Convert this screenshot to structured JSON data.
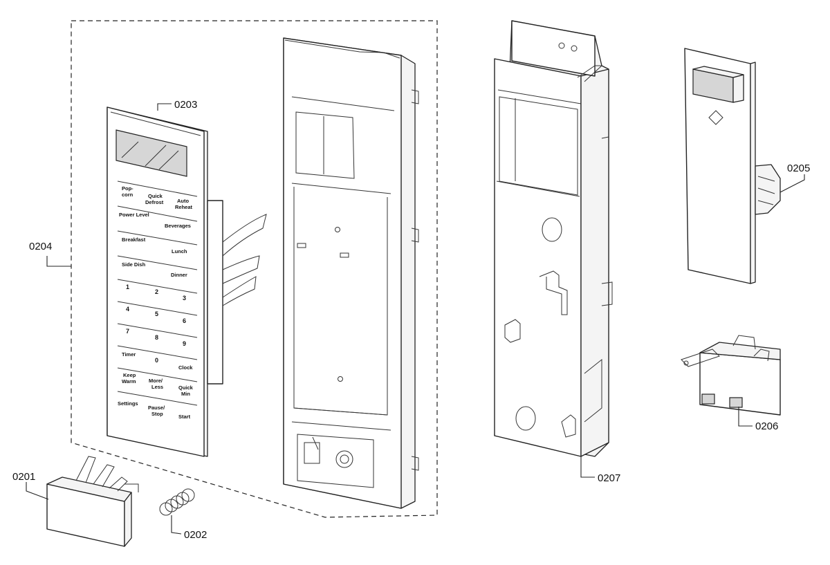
{
  "callouts": {
    "c0201": "0201",
    "c0202": "0202",
    "c0203": "0203",
    "c0204": "0204",
    "c0205": "0205",
    "c0206": "0206",
    "c0207": "0207"
  },
  "keypad": {
    "popcorn_1": "Pop-",
    "popcorn_2": "corn",
    "quick_defrost_1": "Quick",
    "quick_defrost_2": "Defrost",
    "auto_reheat_1": "Auto",
    "auto_reheat_2": "Reheat",
    "power_level": "Power Level",
    "beverages": "Beverages",
    "breakfast": "Breakfast",
    "lunch": "Lunch",
    "side_dish": "Side Dish",
    "dinner": "Dinner",
    "n1": "1",
    "n2": "2",
    "n3": "3",
    "n4": "4",
    "n5": "5",
    "n6": "6",
    "n7": "7",
    "n8": "8",
    "n9": "9",
    "timer": "Timer",
    "n0": "0",
    "clock": "Clock",
    "keep_warm_1": "Keep",
    "keep_warm_2": "Warm",
    "more_less_1": "More/",
    "more_less_2": "Less",
    "quick_min_1": "Quick",
    "quick_min_2": "Min",
    "settings": "Settings",
    "pause_stop_1": "Pause/",
    "pause_stop_2": "Stop",
    "start": "Start"
  }
}
